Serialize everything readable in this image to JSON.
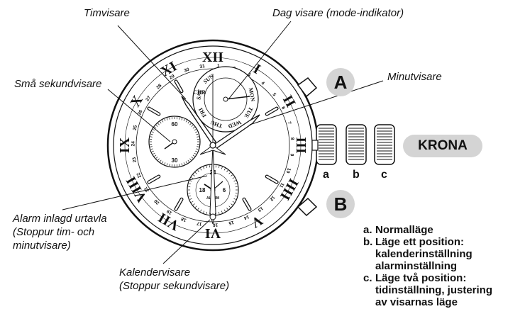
{
  "labels": {
    "timvisare": "Timvisare",
    "dag_visare": "Dag visare (mode-indikator)",
    "sma_sekundvisare": "Små sekundvisare",
    "minutvisare": "Minutvisare",
    "alarm_line1": "Alarm inlagd urtavla",
    "alarm_line2": "(Stoppur tim- och",
    "alarm_line3": "minutvisare)",
    "kalender_line1": "Kalendervisare",
    "kalender_line2": "(Stoppur sekundvisare)"
  },
  "buttons": {
    "a": "A",
    "b": "B"
  },
  "crown": {
    "label": "KRONA",
    "positions": [
      "a",
      "b",
      "c"
    ]
  },
  "legend": [
    {
      "key": "a.",
      "text": "Normalläge"
    },
    {
      "key": "b.",
      "text": "Läge ett position:\nkalenderinställning\nalarminställning"
    },
    {
      "key": "c.",
      "text": "Läge två position:\ntidinställning, justering\nav visarnas läge"
    }
  ],
  "dial": {
    "roman": [
      "XII",
      "I",
      "II",
      "III",
      "IIII",
      "V",
      "VI",
      "VII",
      "VIII",
      "IX",
      "X",
      "XI"
    ],
    "days": [
      "MON",
      "TUE",
      "WED",
      "THU",
      "FRI",
      "SAT",
      "SUN"
    ],
    "chr": "CHR",
    "subdial_left": [
      "60",
      "30"
    ],
    "subdial_bottom_top": "24",
    "subdial_bottom_left": "18",
    "subdial_bottom_right": "6",
    "subdial_bottom_mid": "ALARM",
    "outer_dates": [
      "1",
      "2",
      "3",
      "4",
      "5",
      "6",
      "7",
      "8",
      "9",
      "10",
      "11",
      "12",
      "13",
      "14",
      "15",
      "16",
      "17",
      "18",
      "19",
      "20",
      "21",
      "22",
      "23",
      "24",
      "25",
      "26",
      "27",
      "28",
      "29",
      "30",
      "31"
    ]
  }
}
